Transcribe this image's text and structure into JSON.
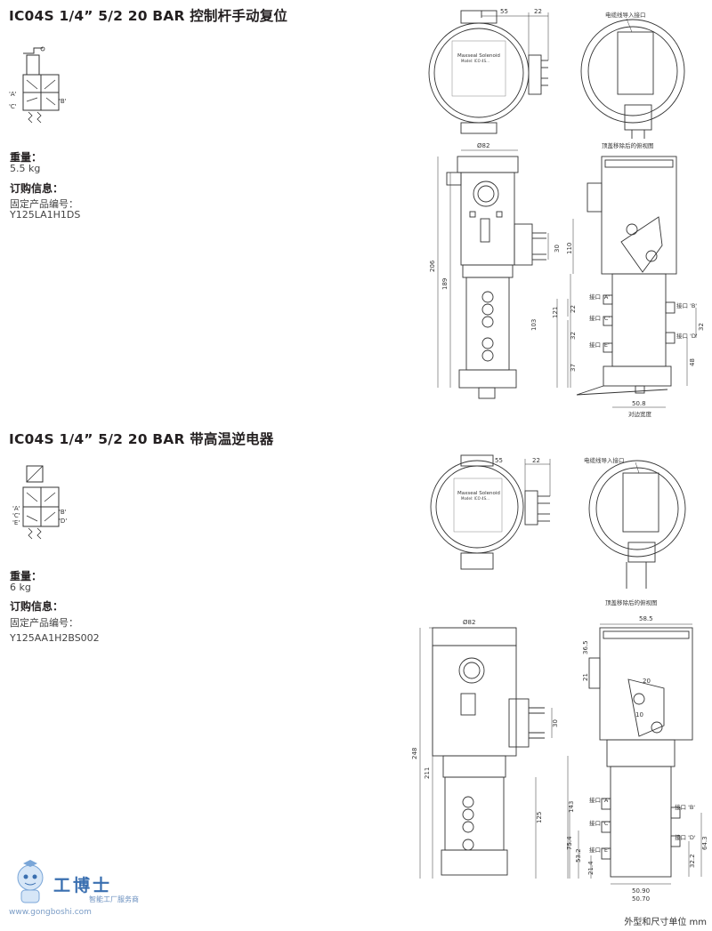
{
  "sections": [
    {
      "title": "IC04S 1/4”  5/2 20 BAR 控制杆手动复位",
      "weight_label": "重量：",
      "weight_value": "5.5 kg",
      "order_label": "订购信息：",
      "part_label": "固定产品编号：",
      "part_number": "Y125LA1H1DS",
      "symbol_ports": [
        "'A'",
        "'C'",
        "'B'"
      ],
      "dims": {
        "top_width": "55",
        "top_offset": "22",
        "cable_entry": "电缆线导入接口",
        "body_dia": "Ø82",
        "h_total": "206",
        "h_body": "189",
        "h_30": "30",
        "h_110": "110",
        "h_22": "22",
        "h_32a": "32",
        "h_121": "121",
        "h_103": "103",
        "h_32b": "32",
        "h_37": "37",
        "h_48": "48",
        "port_a": "接口 'A'",
        "port_b": "接口 'B'",
        "port_c": "接口 'C'",
        "port_d": "接口 'D'",
        "port_e": "接口 'E'",
        "flat_width": "50.8",
        "flat_label": "对边宽度",
        "cover_label": "顶盖移除后的俯视图",
        "h_32c": "32"
      }
    },
    {
      "title": "IC04S 1/4”  5/2 20 BAR 带高温逆电器",
      "weight_label": "重量：",
      "weight_value": "6 kg",
      "order_label": "订购信息：",
      "part_label": "固定产品编号：",
      "part_number": "Y125AA1H2BS002",
      "symbol_ports": [
        "'A'",
        "'C'",
        "'E'",
        "'B'",
        "'D'"
      ],
      "dims": {
        "top_width": "55",
        "top_offset": "22",
        "cable_entry": "电缆线导入接口",
        "cover_label": "顶盖移除后的俯视图",
        "body_dia": "Ø82",
        "side_width": "58.5",
        "h_36_5": "36.5",
        "h_21": "21",
        "h_20": "20",
        "h_10": "10",
        "h_30": "30",
        "h_248": "248",
        "h_211": "211",
        "h_143": "143",
        "h_125": "125",
        "h_75_4": "75.4",
        "h_53_2": "53.2",
        "h_21_4": "21.4",
        "h_64_3": "64.3",
        "h_32_2": "32.2",
        "port_a": "接口 'A'",
        "port_b": "接口 'B'",
        "port_c": "接口 'C'",
        "port_d": "接口 'D'",
        "port_e": "接口 'E'",
        "flat_1": "50.90",
        "flat_2": "50.70"
      }
    }
  ],
  "nameplate": {
    "brand": "Maxseal Solenoid",
    "model": "Model: ICO 4S..."
  },
  "footer_note": "外型和尺寸单位 mm",
  "watermark": {
    "brand": "工博士",
    "subtitle": "智能工厂服务商",
    "url": "www.gongboshi.com"
  }
}
